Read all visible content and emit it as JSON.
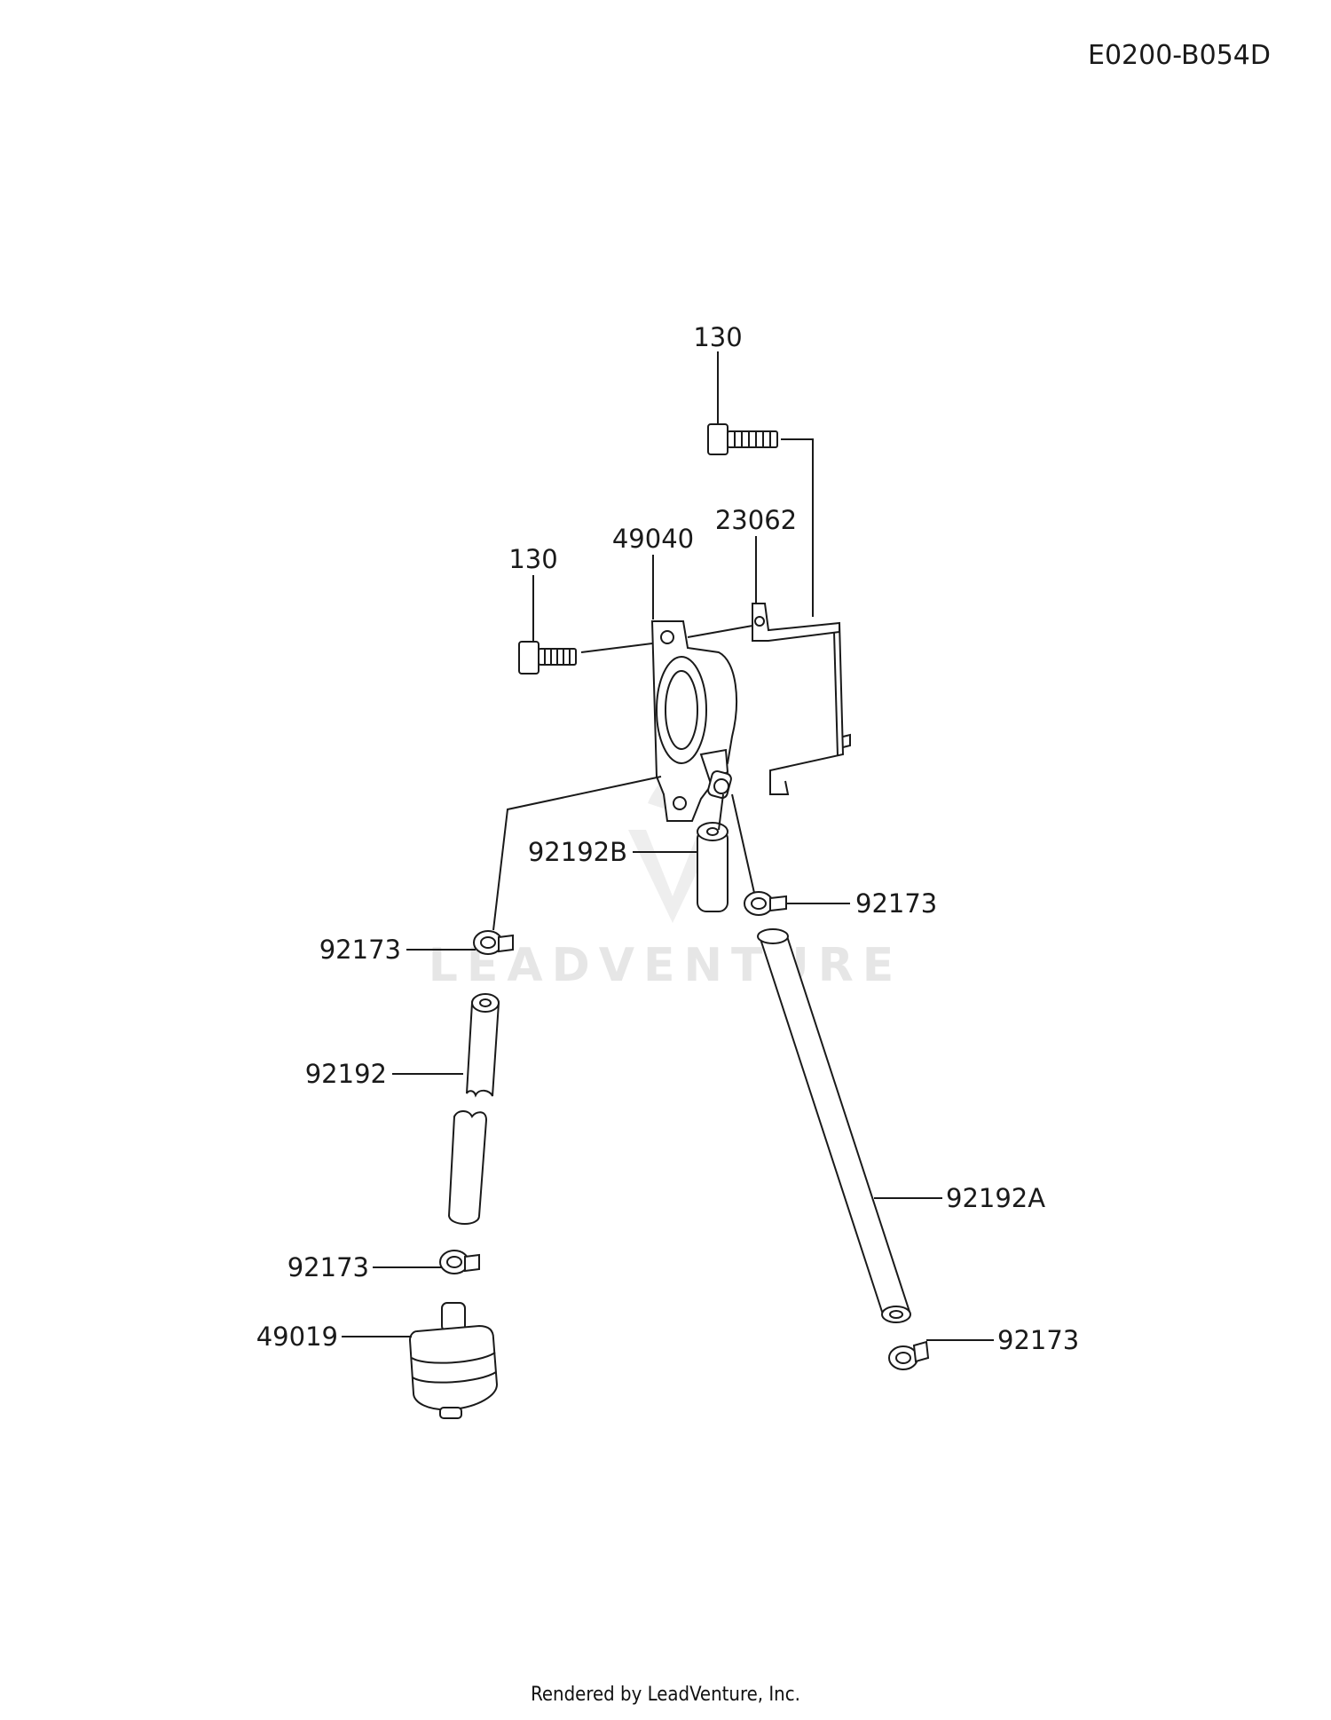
{
  "diagram_code": "E0200-B054D",
  "watermark": "LEADVENTURE",
  "footer": "Rendered by LeadVenture, Inc.",
  "labels": {
    "bolt_top": "130",
    "bolt_left": "130",
    "pump": "49040",
    "bracket": "23062",
    "hose_short": "92192B",
    "clamp_right_upper": "92173",
    "clamp_left_upper": "92173",
    "hose_left": "92192",
    "hose_long": "92192A",
    "clamp_left_lower": "92173",
    "filter": "49019",
    "clamp_right_lower": "92173"
  }
}
